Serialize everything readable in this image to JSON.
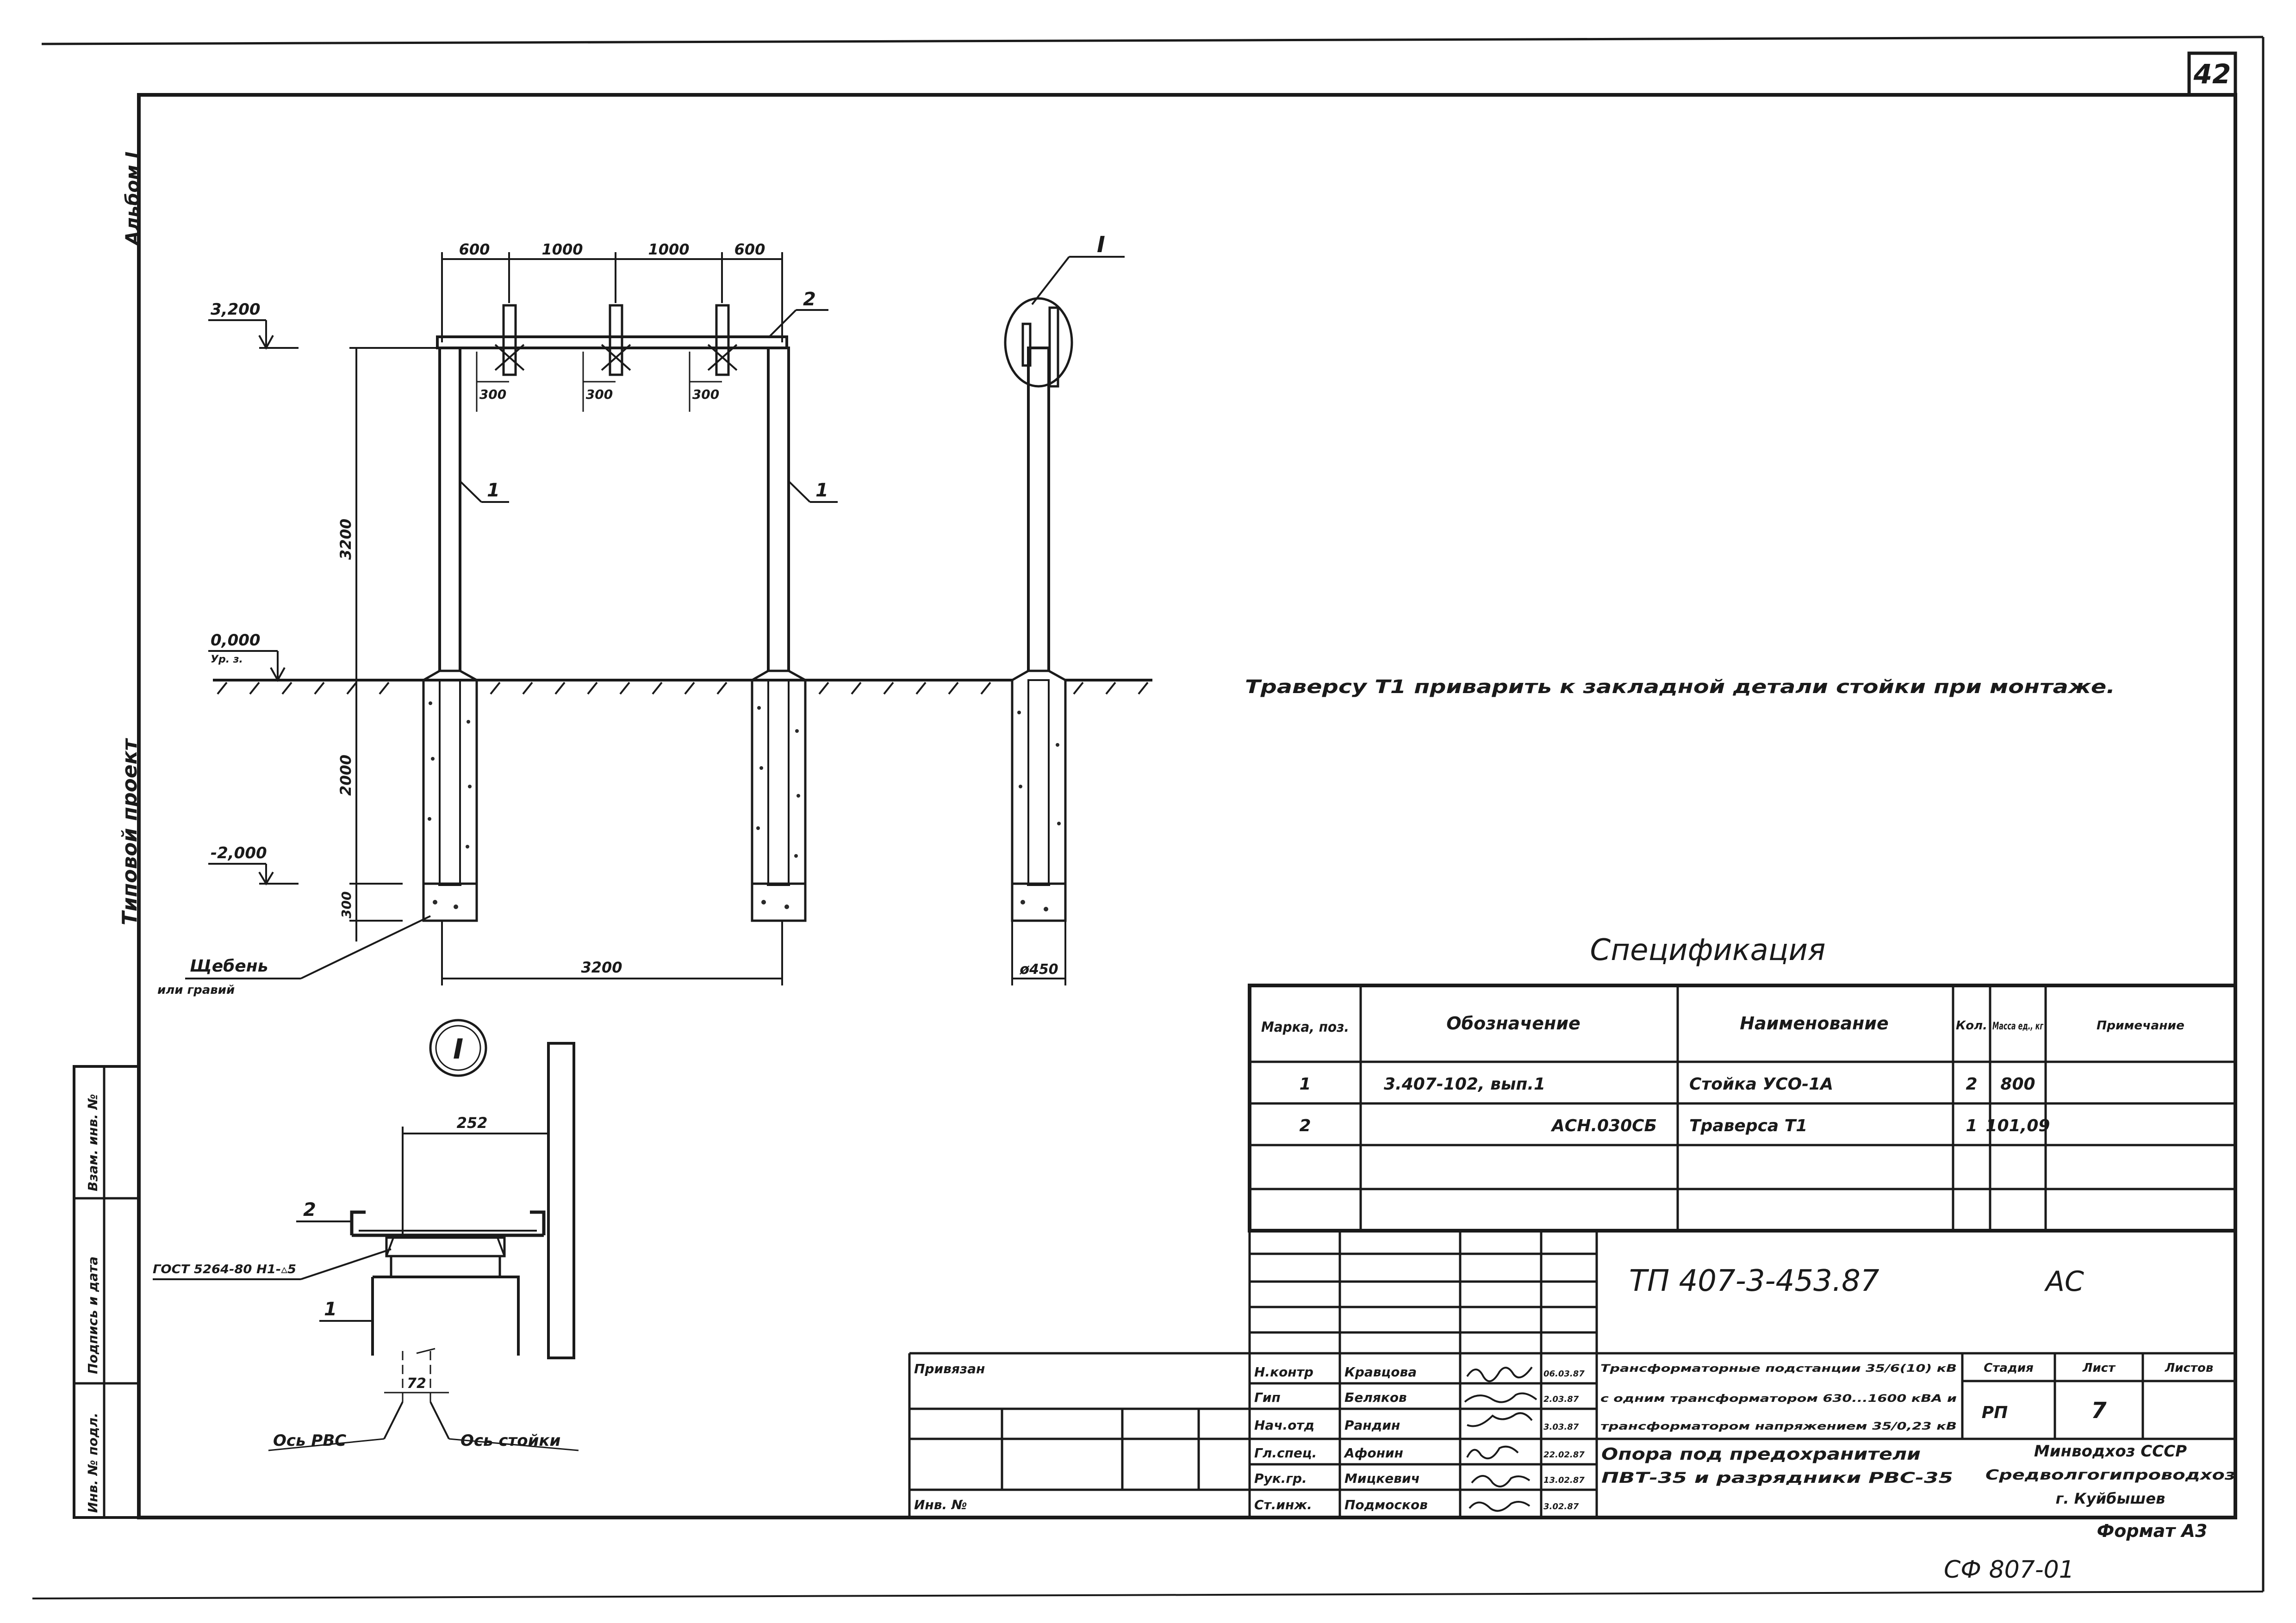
{
  "sheet": {
    "sheet_number": "42",
    "album": "Альбом I",
    "project_type": "Типовой проект",
    "left_strip": [
      "Взам. инв. №",
      "Подпись и дата",
      "Инв. № подл."
    ],
    "format": "Формат А3",
    "stamp_code": "СФ 807-01"
  },
  "front_view": {
    "dim_top": [
      "600",
      "1000",
      "1000",
      "600"
    ],
    "dim_sub": [
      "300",
      "300",
      "300"
    ],
    "dim_height": "3200",
    "dim_depth": "2000",
    "dim_base": "300",
    "dim_span": "3200",
    "levels": [
      {
        "label": "3,200",
        "sub": ""
      },
      {
        "label": "0,000",
        "sub": "Ур. з."
      },
      {
        "label": "-2,000",
        "sub": ""
      }
    ],
    "pos_labels": [
      "1",
      "1",
      "2"
    ],
    "gravel_label": [
      "Щебень",
      "или гравий"
    ]
  },
  "side_view": {
    "callout": "I",
    "diameter": "ø450"
  },
  "note": "Траверсу Т1  приварить  к  закладной  детали  стойки  при  монтаже.",
  "detail": {
    "title": "I",
    "dim_width": "252",
    "dim_offset": "72",
    "weld": "ГОСТ 5264-80 Н1-▵5",
    "pos_labels": [
      "2",
      "1"
    ],
    "axis_rvs": "Ось РВС",
    "axis_post": "Ось стойки"
  },
  "spec": {
    "title": "Спецификация",
    "headers": [
      "Марка, поз.",
      "Обозначение",
      "Наименование",
      "Кол.",
      "Масса ед., кг",
      "Примечание"
    ],
    "rows": [
      [
        "1",
        "3.407-102, вып.1",
        "Стойка  УСО-1А",
        "2",
        "800",
        ""
      ],
      [
        "2",
        "АСН.030СБ",
        "Траверса  Т1",
        "1",
        "101,09",
        ""
      ]
    ]
  },
  "title_block": {
    "code": "ТП 407-3-453.87",
    "section": "АС",
    "privyazan": "Привязан",
    "inv": "Инв. №",
    "roles": [
      {
        "role": "Н.контр",
        "name": "Кравцова",
        "date": "06.03.87"
      },
      {
        "role": "Гип",
        "name": "Беляков",
        "date": "2.03.87"
      },
      {
        "role": "Нач.отд",
        "name": "Рандин",
        "date": "3.03.87"
      },
      {
        "role": "Гл.спец.",
        "name": "Афонин",
        "date": "22.02.87"
      },
      {
        "role": "Рук.гр.",
        "name": "Мицкевич",
        "date": "13.02.87"
      },
      {
        "role": "Ст.инж.",
        "name": "Подмосков",
        "date": "3.02.87"
      }
    ],
    "object_lines": [
      "Трансформаторные подстанции 35/6(10) кВ",
      "с одним трансформатором 630...1600 кВА и",
      "трансформатором напряжением 35/0,23 кВ"
    ],
    "sheet_title": [
      "Опора  под  предохранители",
      "ПВТ-35    и  разрядники  РВС-35"
    ],
    "stage_head": "Стадия",
    "sheet_head": "Лист",
    "sheets_head": "Листов",
    "stage": "РП",
    "sheet": "7",
    "org": [
      "Минводхоз СССР",
      "Средволгогипроводхоз",
      "г. Куйбышев"
    ]
  }
}
